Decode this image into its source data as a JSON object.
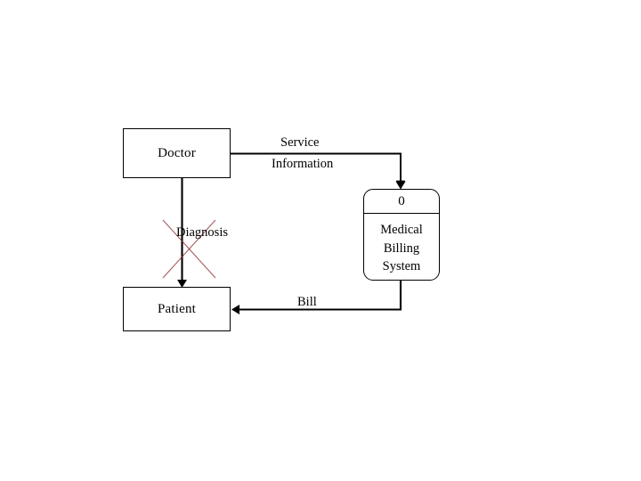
{
  "diagram": {
    "type": "data-flow-diagram-level-0",
    "entities": [
      {
        "id": "doctor",
        "label": "Doctor",
        "shape": "rectangle"
      },
      {
        "id": "patient",
        "label": "Patient",
        "shape": "rectangle"
      }
    ],
    "process": {
      "id": "medical-billing-system",
      "number": "0",
      "shape": "rounded-rectangle",
      "name_lines": [
        "Medical",
        "Billing",
        "System"
      ]
    },
    "flows": [
      {
        "id": "service-information",
        "label_lines": [
          "Service",
          "Information"
        ],
        "from": "doctor",
        "to": "medical-billing-system"
      },
      {
        "id": "diagnosis",
        "label": "Diagnosis",
        "from": "doctor",
        "to": "patient",
        "status": "crossed-out"
      },
      {
        "id": "bill",
        "label": "Bill",
        "from": "medical-billing-system",
        "to": "patient"
      }
    ],
    "annotations": [
      {
        "id": "cross-out-mark",
        "shape": "x-cross",
        "color": "#8f2f2f",
        "target_flow": "diagnosis"
      }
    ],
    "colors": {
      "stroke": "#000000",
      "background": "#ffffff",
      "annotation": "#8f2f2f"
    }
  }
}
